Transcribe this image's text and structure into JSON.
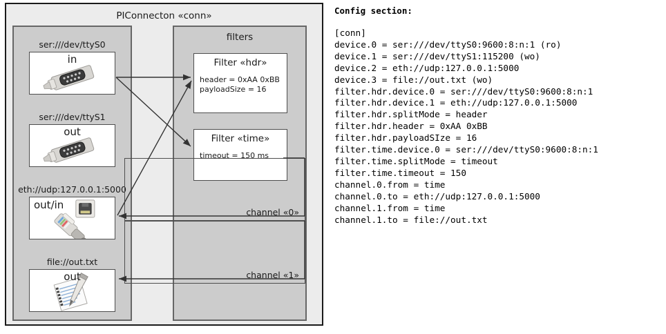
{
  "diagram": {
    "outer_title": "PIConnecton «conn»",
    "devices_group_title": "",
    "filters_group_title": "filters",
    "devices": [
      {
        "caption": "ser:///dev/ttyS0",
        "direction": "in",
        "icon": "serial-port-icon"
      },
      {
        "caption": "ser:///dev/ttyS1",
        "direction": "out",
        "icon": "serial-port-icon"
      },
      {
        "caption": "eth://udp:127.0.0.1:5000",
        "direction": "out/in",
        "icon": "network-plug-icon"
      },
      {
        "caption": "file://out.txt",
        "direction": "out",
        "icon": "text-file-icon"
      }
    ],
    "filters": [
      {
        "title": "Filter «hdr»",
        "props": [
          "header = 0xAA 0xBB",
          "payloadSize = 16"
        ]
      },
      {
        "title": "Filter «time»",
        "props": [
          "timeout = 150 ms"
        ]
      }
    ],
    "channels": [
      {
        "label": "channel «0»"
      },
      {
        "label": "channel «1»"
      }
    ],
    "colors": {
      "outer_background": "#ececec",
      "group_background": "#cccccc",
      "group_border": "#666666",
      "outer_border": "#1a1a1a",
      "box_background": "#ffffff",
      "box_border": "#4d4d4d",
      "wire": "#333333"
    }
  },
  "config": {
    "heading": "Config section:",
    "lines": [
      "[conn]",
      "device.0 = ser:///dev/ttyS0:9600:8:n:1 (ro)",
      "device.1 = ser:///dev/ttyS1:115200 (wo)",
      "device.2 = eth://udp:127.0.0.1:5000",
      "device.3 = file://out.txt (wo)",
      "filter.hdr.device.0 = ser:///dev/ttyS0:9600:8:n:1",
      "filter.hdr.device.1 = eth://udp:127.0.0.1:5000",
      "filter.hdr.splitMode = header",
      "filter.hdr.header = 0xAA 0xBB",
      "filter.hdr.payloadSIze = 16",
      "filter.time.device.0 = ser:///dev/ttyS0:9600:8:n:1",
      "filter.time.splitMode = timeout",
      "filter.time.timeout = 150",
      "channel.0.from = time",
      "channel.0.to = eth://udp:127.0.0.1:5000",
      "channel.1.from = time",
      "channel.1.to = file://out.txt"
    ]
  }
}
